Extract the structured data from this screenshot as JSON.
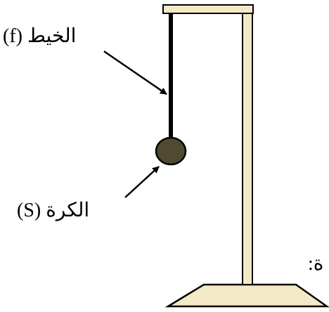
{
  "labels": {
    "thread": "الخيط (f)",
    "ball": "الكرة (S)",
    "fragment": "ة:"
  },
  "colors": {
    "wood": "#f3e9c6",
    "outline": "#000000",
    "thread": "#000000",
    "ball": "#504a33"
  }
}
